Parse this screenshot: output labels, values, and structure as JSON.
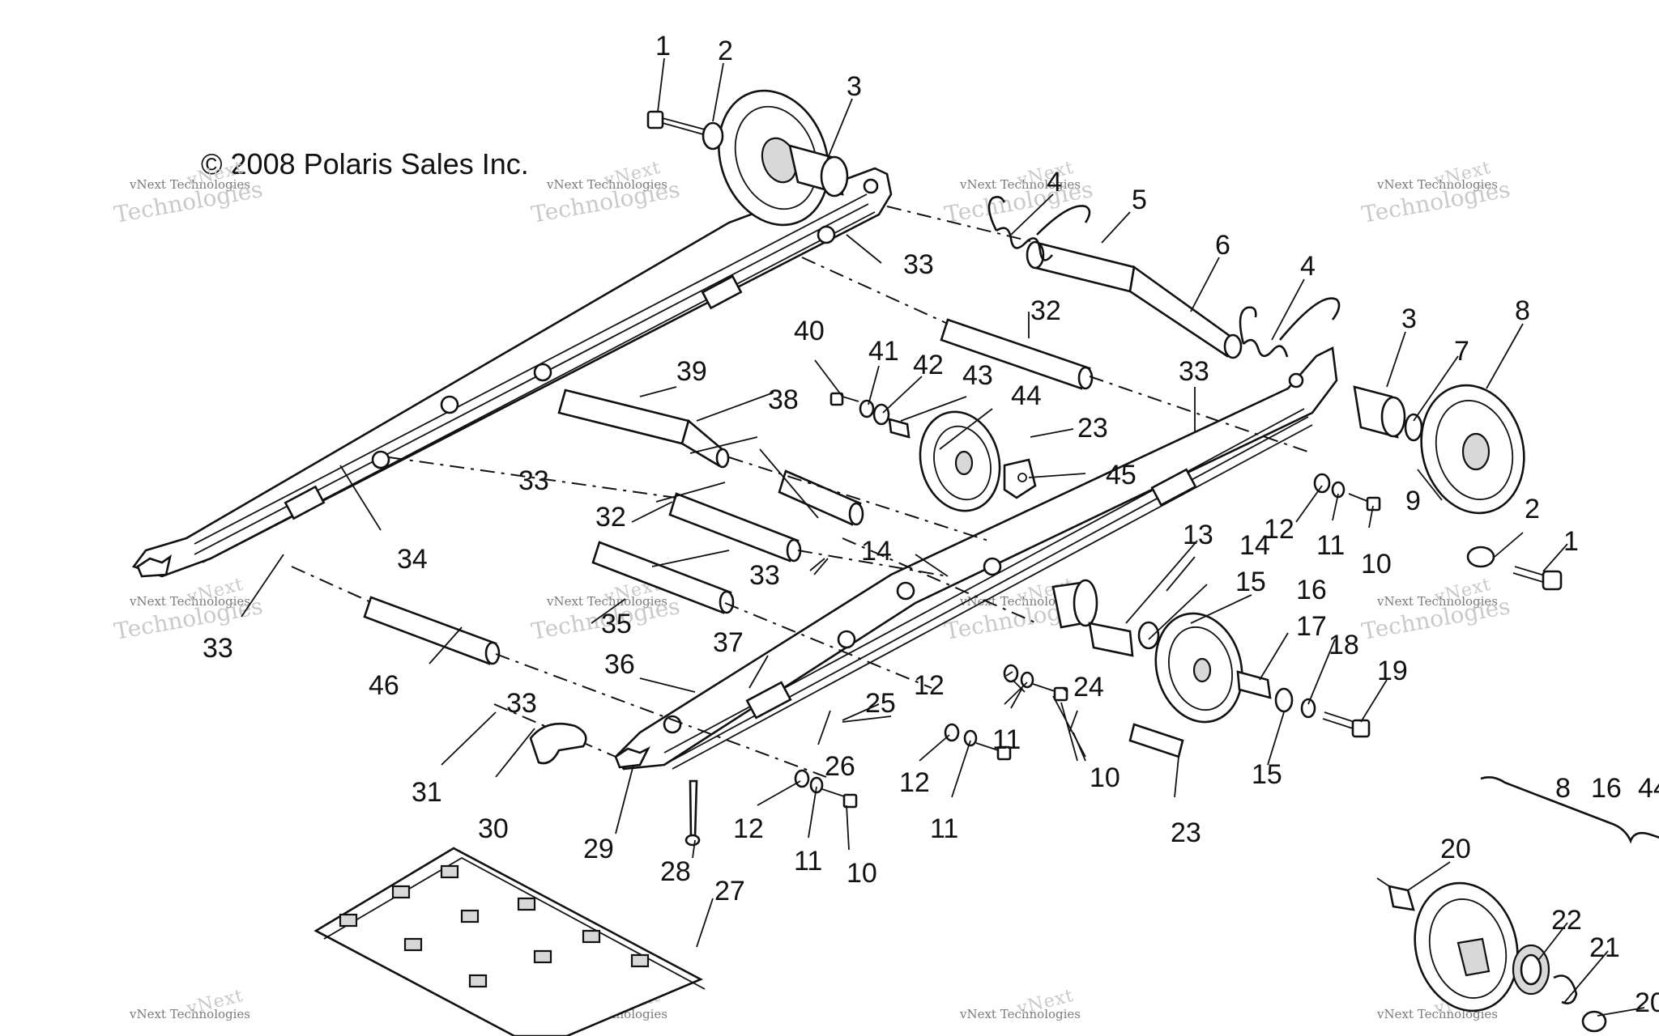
{
  "copyright": "© 2008 Polaris Sales Inc.",
  "watermark": {
    "line1": "vNext",
    "line2": "vNext Technologies",
    "line3": "Technologies"
  },
  "callouts": [
    "1",
    "2",
    "3",
    "4",
    "5",
    "6",
    "4",
    "3",
    "7",
    "8",
    "32",
    "33",
    "40",
    "41",
    "42",
    "43",
    "44",
    "23",
    "45",
    "33",
    "9",
    "39",
    "38",
    "33",
    "32",
    "33",
    "34",
    "12",
    "11",
    "10",
    "2",
    "1",
    "13",
    "14",
    "14",
    "15",
    "16",
    "17",
    "18",
    "19",
    "33",
    "35",
    "46",
    "36",
    "37",
    "25",
    "12",
    "24",
    "11",
    "10",
    "15",
    "23",
    "33",
    "31",
    "30",
    "29",
    "26",
    "28",
    "12",
    "11",
    "10",
    "12",
    "11",
    "8",
    "16",
    "44",
    "20",
    "27",
    "22",
    "21",
    "20"
  ]
}
